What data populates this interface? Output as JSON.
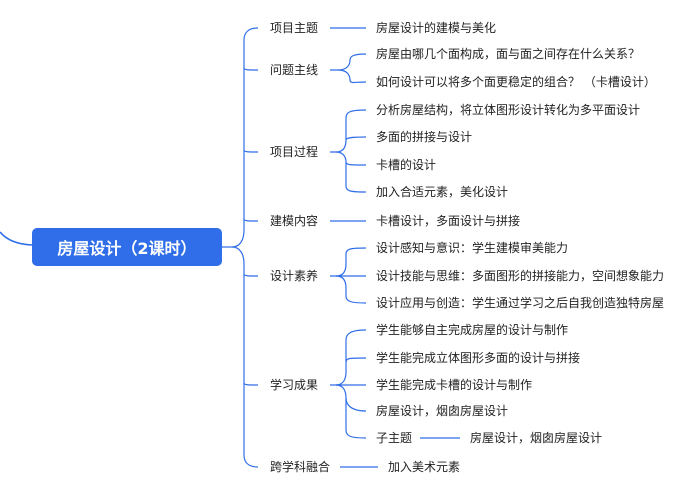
{
  "root": {
    "title": "房屋设计（2课时）"
  },
  "branches": [
    {
      "label": "项目主题",
      "children": [
        "房屋设计的建模与美化"
      ]
    },
    {
      "label": "问题主线",
      "children": [
        "房屋由哪几个面构成，面与面之间存在什么关系？",
        "如何设计可以将多个面更稳定的组合？ （卡槽设计）"
      ]
    },
    {
      "label": "项目过程",
      "children": [
        "分析房屋结构，将立体图形设计转化为多平面设计",
        "多面的拼接与设计",
        "卡槽的设计",
        "加入合适元素，美化设计"
      ]
    },
    {
      "label": "建模内容",
      "children": [
        "卡槽设计，多面设计与拼接"
      ]
    },
    {
      "label": "设计素养",
      "children": [
        "设计感知与意识：学生建模审美能力",
        "设计技能与思维：多面图形的拼接能力，空间想象能力",
        "设计应用与创造：学生通过学习之后自我创造独特房屋"
      ]
    },
    {
      "label": "学习成果",
      "children": [
        "学生能够自主完成房屋的设计与制作",
        "学生能完成立体图形多面的设计与拼接",
        "学生能完成卡槽的设计与制作",
        "房屋设计，烟囱房屋设计",
        "子主题"
      ],
      "sub": {
        "parent": "子主题",
        "label": "房屋设计，烟囱房屋设计"
      }
    },
    {
      "label": "跨学科融合",
      "children": [
        "加入美术元素"
      ]
    }
  ],
  "colors": {
    "line": "#2f6ee8",
    "root_bg": "#2f6ee8",
    "text": "#222222"
  }
}
